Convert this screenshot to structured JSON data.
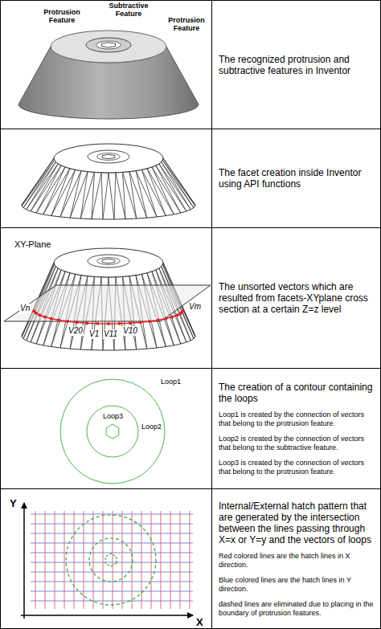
{
  "diagram": {
    "nodes": [
      {
        "text": [
          "The recognized protrusion and subtractive features in Inventor"
        ]
      },
      {
        "text": [
          "The facet creation inside Inventor using API functions"
        ]
      },
      {
        "text": [
          "The unsorted vectors which are resulted from facets-XYplane cross section at a certain Z=z level"
        ]
      },
      {
        "text": [
          "The creation of a contour containing the loops",
          "Loop1 is created by the connection of vectors that belong to the protrusion feature.",
          "Loop2 is created by the connection of vectors that belong to the subtractive feature.",
          "Loop3 is created by the connection of vectors that belong to the protrusion feature."
        ]
      },
      {
        "text": [
          "Internal/External hatch pattern that are generated by the intersection between the lines passing through X=x or Y=y and the vectors of loops",
          "Red colored lines are the hatch lines in X direction.",
          "Blue colored lines are the hatch lines in Y direction.",
          "dashed lines are eliminated due to placing in the boundary of protrusion features."
        ]
      }
    ],
    "labels": [
      "Protrusion Feature",
      "Subtractive Feature",
      "Protrusion Feature",
      "XY-Plane",
      "Vn",
      "V20",
      "V1",
      "V11",
      "V10",
      "Vm",
      "Loop1",
      "Loop2",
      "Loop3",
      "Y",
      "X"
    ]
  }
}
